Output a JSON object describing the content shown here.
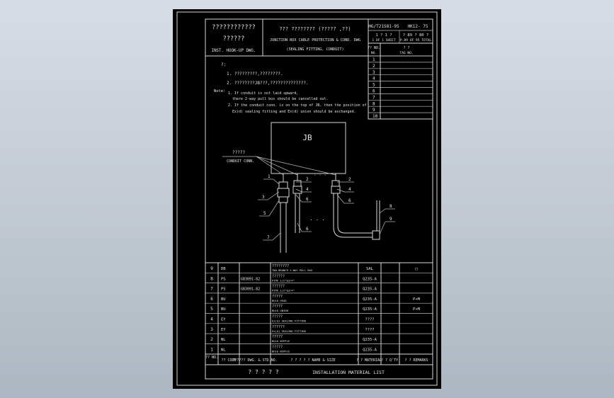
{
  "title_block": {
    "left_top": "????????????",
    "left_mid": "??????",
    "left_en": "INST. HOOK-UP DWG.",
    "title_cn": "??? ????????  (????? ,??)",
    "title_en1": "JUNCTION BOX CABLE PROTECTION & COND. DWG",
    "title_en2": "(SEALING FITTING, CONDUIT)",
    "std_no": "HG/T21581-95",
    "code": "HK12- 75",
    "sheet_cn1": "1 ? 1 ?",
    "sheet_en1": "1 OF 1 SHEET",
    "sheet_cn2": "? 89 ? 80 ?",
    "sheet_en2": "P.89 OF 95 TOTAL"
  },
  "revisions": {
    "col_no": "?? NO.",
    "col_no_en": "NO.",
    "col_title": "? ?",
    "col_title_en": "TAG NO.",
    "rows": [
      "1",
      "2",
      "3",
      "4",
      "5",
      "6",
      "7",
      "8",
      "9",
      "10"
    ]
  },
  "notes": {
    "head_cn": "?:",
    "line1": "1. ?????????,????????.",
    "line2": "2. ????????JB???,??????????????.",
    "head_en": "Note:",
    "en1": "1. If conduit is not laid upward,",
    "en1b": "there 2-way pull box should be cancelled out.",
    "en2": "2. If the conduit conn. is on the top of JB, then the position of",
    "en2b": "Ex(d) sealing fitting and Ex(d) union should be exchanged."
  },
  "drawing": {
    "jb_label": "JB",
    "leader_cn": "?????",
    "leader_en": "CONDUIT CONN.",
    "dots": "· · ·",
    "callouts": [
      "1",
      "3",
      "5",
      "7",
      "2",
      "4",
      "6",
      "6",
      "2",
      "4",
      "6",
      "8",
      "9"
    ]
  },
  "materials": {
    "rows": [
      {
        "no": "9",
        "tag": "DB",
        "std": "",
        "desc1": "????????",
        "desc2": "TWO-BRANCH 2-WAY PULL BOX",
        "mat": "SAL",
        "qty": "",
        "rem": "□"
      },
      {
        "no": "8",
        "tag": "PS",
        "std": "GB3091-82",
        "desc1": "??????",
        "desc2": "PIPE 1/2\"&3/4\"",
        "mat": "Q235-A",
        "qty": "",
        "rem": ""
      },
      {
        "no": "7",
        "tag": "PS",
        "std": "GB3091-82",
        "desc1": "??????",
        "desc2": "PIPE 1/2\"&3/4\"",
        "mat": "Q235-A",
        "qty": "",
        "rem": ""
      },
      {
        "no": "6",
        "tag": "BU",
        "std": "",
        "desc1": "?????",
        "desc2": "BULK HEAD",
        "mat": "Q235-A",
        "qty": "",
        "rem": "P+M"
      },
      {
        "no": "5",
        "tag": "BU",
        "std": "",
        "desc1": "?????",
        "desc2": "BULK UNION",
        "mat": "Q235-A",
        "qty": "",
        "rem": "P+M"
      },
      {
        "no": "4",
        "tag": "EY",
        "std": "",
        "desc1": "?????",
        "desc2": "Ex(d) SEALING FITTING",
        "mat": "????",
        "qty": "",
        "rem": ""
      },
      {
        "no": "3",
        "tag": "EY",
        "std": "",
        "desc1": "??????",
        "desc2": "Ex(d) SEALING FITTING",
        "mat": "????",
        "qty": "",
        "rem": ""
      },
      {
        "no": "2",
        "tag": "NL",
        "std": "",
        "desc1": "?????",
        "desc2": "BULK NIPPLE",
        "mat": "Q235-A",
        "qty": "",
        "rem": ""
      },
      {
        "no": "1",
        "tag": "NL",
        "std": "",
        "desc1": "?????",
        "desc2": "BULK NIPPLE",
        "mat": "Q235-A",
        "qty": "",
        "rem": ""
      }
    ],
    "header": {
      "no": "?? NO.",
      "code": "?? CODE",
      "std": "?????? DWG. & STD.NO.",
      "desc": "? ? ? ? ? NAME & SIZE",
      "mat": "? ? MATERIAL",
      "qty": "? ? Q'TY",
      "rem": "? ? REMARKS"
    },
    "footer_cn": "? ? ? ? ?",
    "footer_en": "INSTALLATION MATERIAL LIST"
  }
}
